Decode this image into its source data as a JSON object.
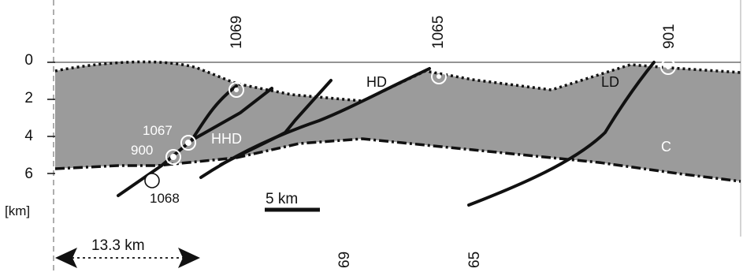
{
  "depth_axis": {
    "tick_labels": [
      "0",
      "2",
      "4",
      "6"
    ],
    "unit_label": "[km]"
  },
  "top_labels": [
    "1069",
    "1065",
    "901"
  ],
  "bottom_labels": [
    "69",
    "65"
  ],
  "well_labels": {
    "w1067": "1067",
    "w900": "900",
    "w1068": "1068"
  },
  "zone_labels": {
    "hd": "HD",
    "hhd": "HHD",
    "ld": "LD",
    "c": "C"
  },
  "scale_bar": {
    "label": "5 km"
  },
  "distance_marker": {
    "label": "13.3 km"
  },
  "colors": {
    "shaded_zone": "#9b9b9b",
    "fault_line": "#111111",
    "marker_ring": "#ffffff"
  }
}
